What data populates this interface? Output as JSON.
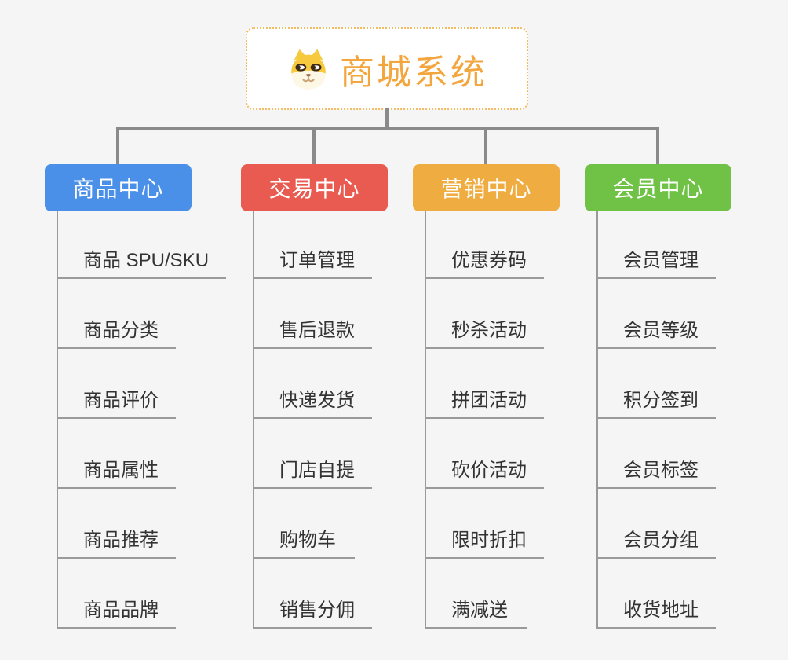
{
  "diagram": {
    "title": "商城系统",
    "root": {
      "label": "商城系统",
      "icon": "shiba-dog-icon"
    },
    "branches": [
      {
        "label": "商品中心",
        "color": "#4A90E8",
        "items": [
          "商品 SPU/SKU",
          "商品分类",
          "商品评价",
          "商品属性",
          "商品推荐",
          "商品品牌"
        ]
      },
      {
        "label": "交易中心",
        "color": "#E95B51",
        "items": [
          "订单管理",
          "售后退款",
          "快递发货",
          "门店自提",
          "购物车",
          "销售分佣"
        ]
      },
      {
        "label": "营销中心",
        "color": "#EFAC41",
        "items": [
          "优惠券码",
          "秒杀活动",
          "拼团活动",
          "砍价活动",
          "限时折扣",
          "满减送"
        ]
      },
      {
        "label": "会员中心",
        "color": "#6FC245",
        "items": [
          "会员管理",
          "会员等级",
          "积分签到",
          "会员标签",
          "会员分组",
          "收货地址"
        ]
      }
    ],
    "colors": {
      "background": "#F5F5F5",
      "root_text": "#F2A63D",
      "root_border": "#F3BA60",
      "connector": "#8A8A8A",
      "item_line": "#9A9A9A",
      "item_text": "#333333"
    }
  }
}
